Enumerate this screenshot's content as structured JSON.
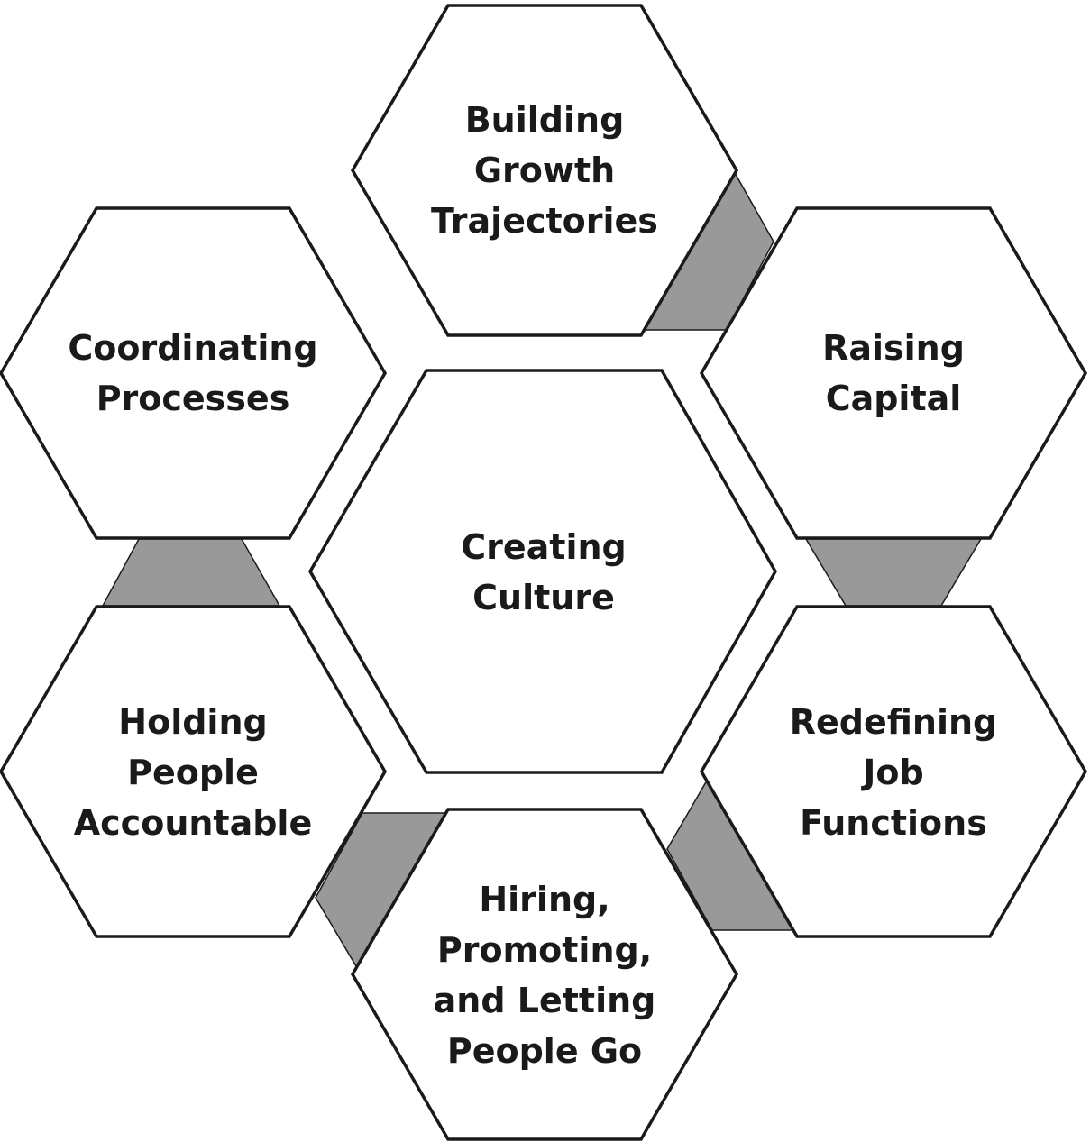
{
  "diagram": {
    "center": {
      "lines": [
        "Creating",
        "Culture"
      ]
    },
    "top": {
      "lines": [
        "Building",
        "Growth",
        "Trajectories"
      ]
    },
    "upper_right": {
      "lines": [
        "Raising",
        "Capital"
      ]
    },
    "lower_right": {
      "lines": [
        "Redefining",
        "Job",
        "Functions"
      ]
    },
    "bottom": {
      "lines": [
        "Hiring,",
        "Promoting,",
        "and Letting",
        "People Go"
      ]
    },
    "lower_left": {
      "lines": [
        "Holding",
        "People",
        "Accountable"
      ]
    },
    "upper_left": {
      "lines": [
        "Coordinating",
        "Processes"
      ]
    }
  },
  "colors": {
    "hex_fill": "#ffffff",
    "hex_stroke": "#1a1a1a",
    "connector_fill": "#999999",
    "text": "#1a1a1a"
  }
}
